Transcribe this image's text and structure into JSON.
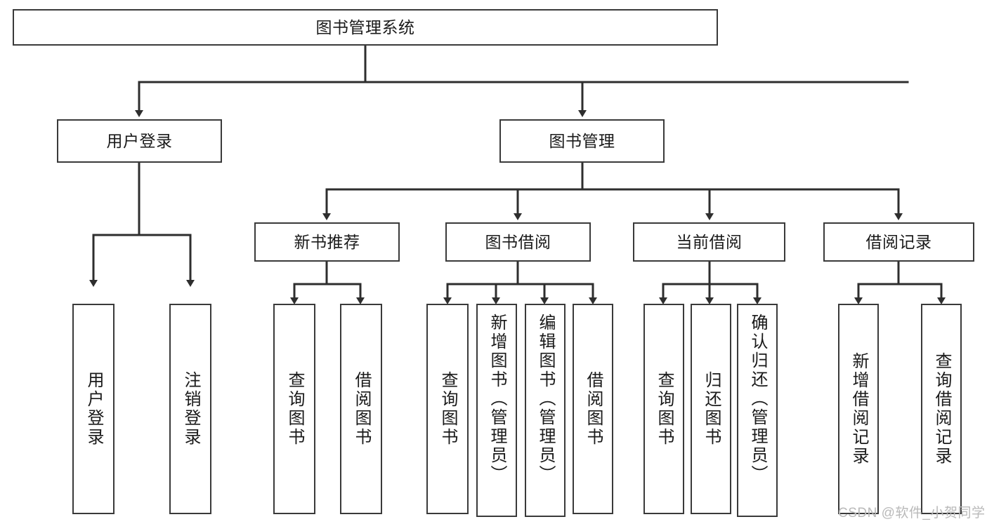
{
  "diagram": {
    "type": "tree-hierarchy",
    "title": "图书管理系统",
    "root": {
      "label": "图书管理系统"
    },
    "level2": [
      {
        "label": "用户登录"
      },
      {
        "label": "图书管理"
      }
    ],
    "level3": [
      {
        "label": "新书推荐"
      },
      {
        "label": "图书借阅"
      },
      {
        "label": "当前借阅"
      },
      {
        "label": "借阅记录"
      }
    ],
    "leaves": {
      "user_login": [
        {
          "label": "用户登录"
        },
        {
          "label": "注销登录"
        }
      ],
      "new_book_rec": [
        {
          "label": "查询图书"
        },
        {
          "label": "借阅图书"
        }
      ],
      "book_borrow": [
        {
          "label": "查询图书"
        },
        {
          "label": "新增图书（管理员）"
        },
        {
          "label": "编辑图书（管理员）"
        },
        {
          "label": "借阅图书"
        }
      ],
      "current_borrow": [
        {
          "label": "查询图书"
        },
        {
          "label": "归还图书"
        },
        {
          "label": "确认归还（管理员）"
        }
      ],
      "borrow_record": [
        {
          "label": "新增借阅记录"
        },
        {
          "label": "查询借阅记录"
        }
      ]
    }
  },
  "watermark": {
    "text": "CSDN @软件_小贺同学"
  },
  "colors": {
    "stroke": "#3a3a3a",
    "background": "#ffffff",
    "text": "#1a1a1a",
    "watermark": "#b9b9b9"
  }
}
